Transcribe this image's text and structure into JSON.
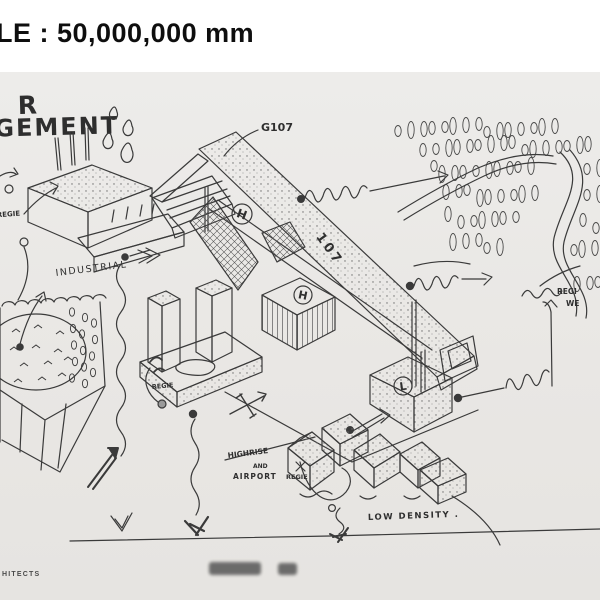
{
  "scale_label": "LE : 50,000,000 mm",
  "title": {
    "line1": "R",
    "line2": "GEMENT"
  },
  "labels": {
    "g107": "G107",
    "beam_number": "107",
    "industrial": "INDUSTRIAL",
    "regie_industrial": "REGIE",
    "regie_towers": "REGIE",
    "regie_houses": "REGIE",
    "regie_right_1": "REGI",
    "regie_right_2": "WE",
    "highrise_1": "HIGHRISE",
    "highrise_2": "AND",
    "highrise_3": "AIRPORT",
    "low_density": "LOW DENSITY .",
    "marker_h_upper": "H",
    "marker_h_lower": "H",
    "marker_l": "L"
  },
  "footer": {
    "credit": "HITECTS"
  },
  "colors": {
    "ink": "#3a3a3a",
    "paper": "#eceae7",
    "typed_text": "#0e0e0e"
  }
}
